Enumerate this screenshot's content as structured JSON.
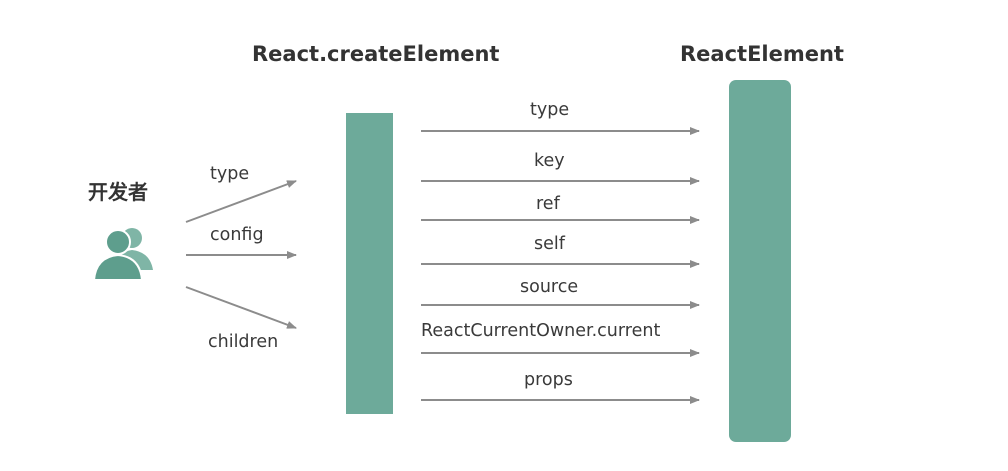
{
  "titles": {
    "left": "React.createElement",
    "right": "ReactElement"
  },
  "developer": {
    "label": "开发者",
    "icon": "users-icon"
  },
  "inputs": [
    {
      "label": "type"
    },
    {
      "label": "config"
    },
    {
      "label": "children"
    }
  ],
  "outputs": [
    {
      "label": "type"
    },
    {
      "label": "key"
    },
    {
      "label": "ref"
    },
    {
      "label": "self"
    },
    {
      "label": "source"
    },
    {
      "label": "ReactCurrentOwner.current"
    },
    {
      "label": "props"
    }
  ],
  "colors": {
    "bar": "#6daa9a",
    "arrow": "#8c8c8c",
    "text": "#333333",
    "icon": "#5e9e8d"
  }
}
